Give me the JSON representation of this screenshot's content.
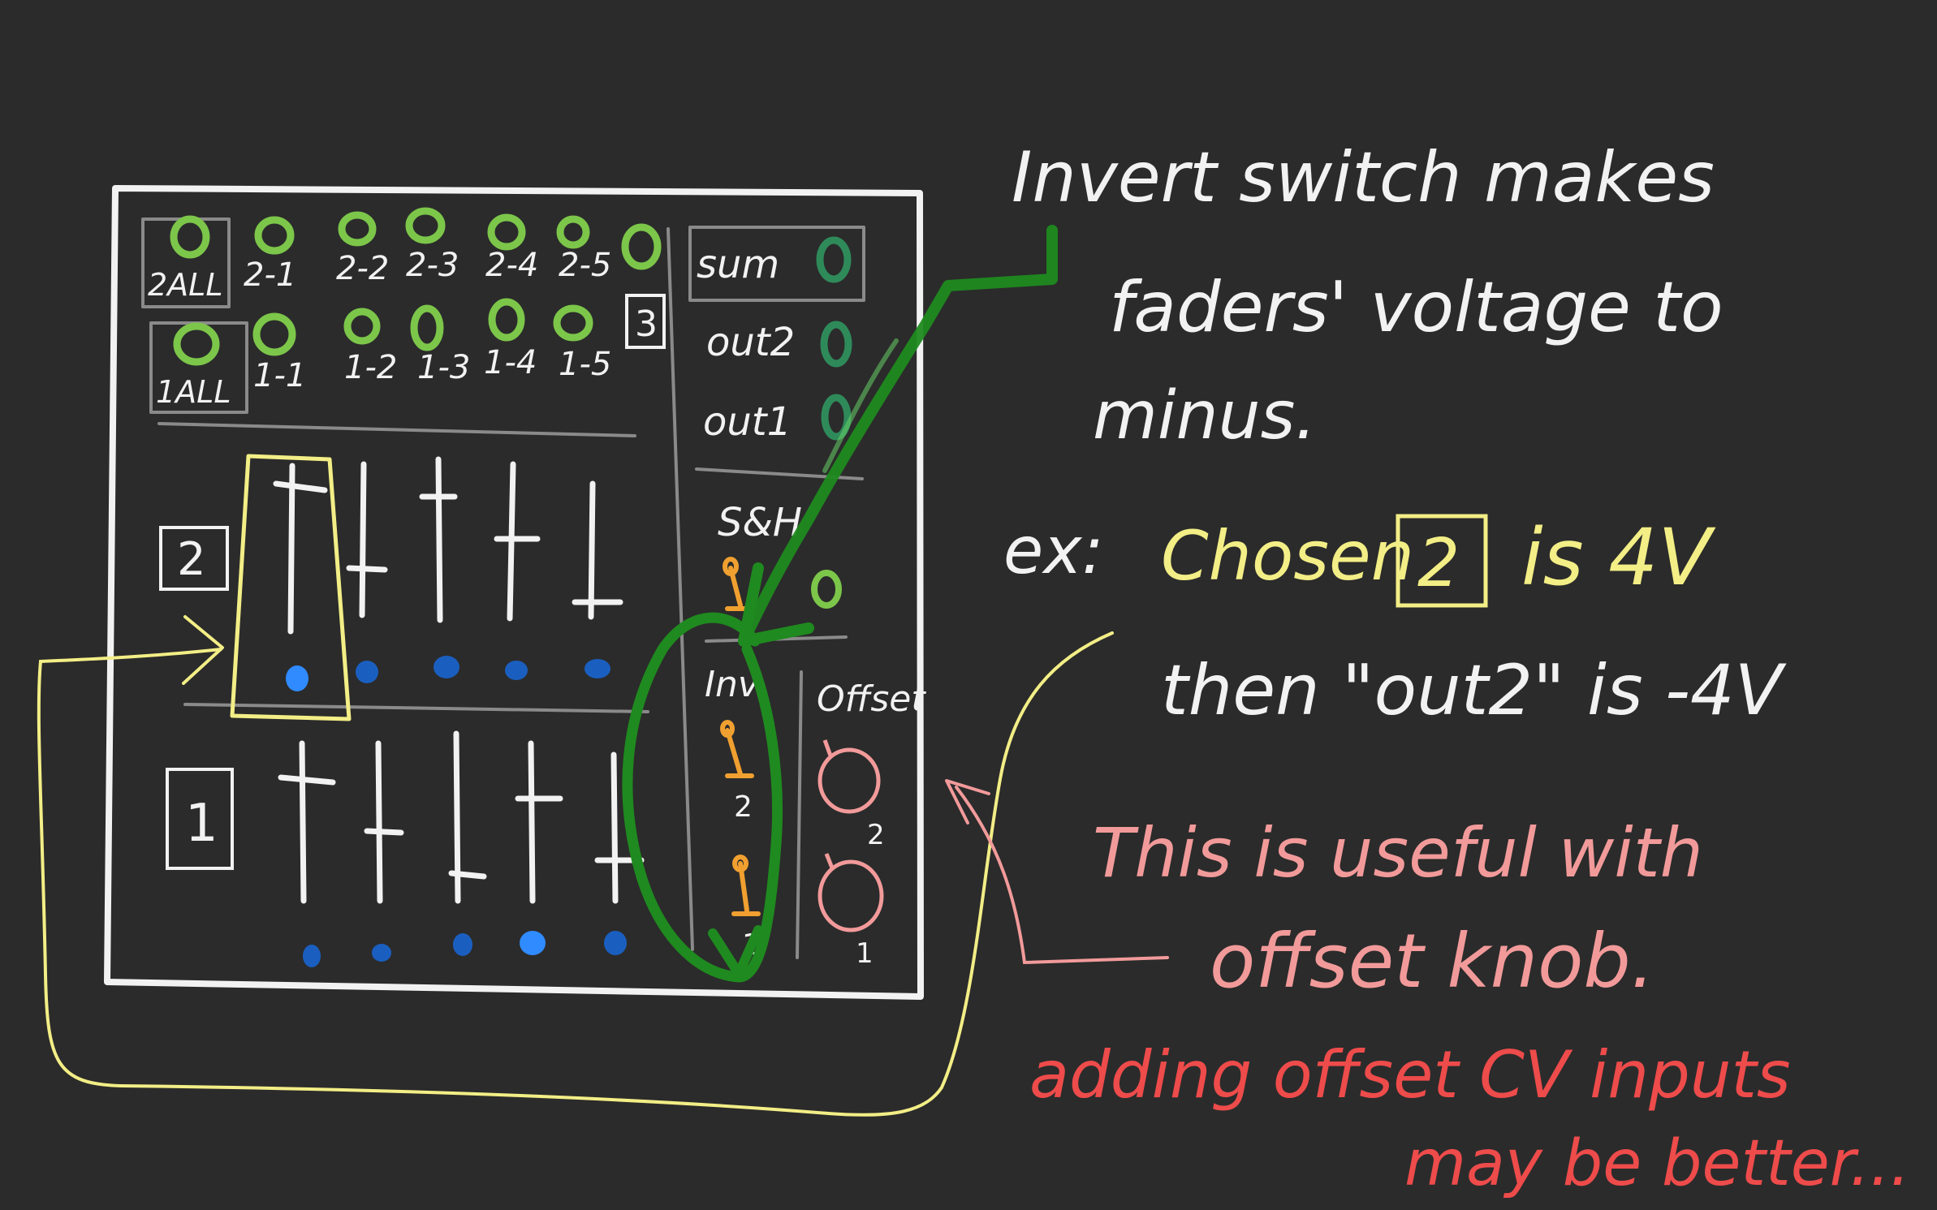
{
  "colors": {
    "background": "#2b2b2b",
    "ink": "#f2f2f2",
    "jack_green": "#7cc64a",
    "jack_dark_green": "#2f8a5a",
    "arrow_green": "#1f8a1f",
    "highlight_yellow": "#f3ee86",
    "note_pink": "#f29a9a",
    "note_red": "#ee4b4b",
    "switch_orange": "#f0a030",
    "led_blue": "#1a5fc0",
    "led_bright": "#2f8bff"
  },
  "module": {
    "row2_jacks": [
      "2ALL",
      "2-1",
      "2-2",
      "2-3",
      "2-4",
      "2-5"
    ],
    "row1_jacks": [
      "1ALL",
      "1-1",
      "1-2",
      "1-3",
      "1-4",
      "1-5"
    ],
    "section3_label": "3",
    "outputs": [
      "sum",
      "out2",
      "out1"
    ],
    "sh_label": "S&H",
    "inv_label": "Inv",
    "offset_label": "Offset",
    "row2_label": "2",
    "row1_label": "1",
    "inv_switch_labels": [
      "2",
      "1"
    ],
    "offset_knob_labels": [
      "2",
      "1"
    ]
  },
  "notes": {
    "invert_line1": "Invert switch makes",
    "invert_line2": "faders' voltage to",
    "invert_line3": "minus.",
    "ex_prefix": "ex:",
    "ex_chosen": "Chosen",
    "ex_box": "2",
    "ex_is": "is 4V",
    "then_line": "then \"out2\" is -4V",
    "useful_line1": "This is useful with",
    "useful_line2": "offset knob.",
    "adding_line1": "adding offset CV inputs",
    "adding_line2": "may be better..."
  }
}
